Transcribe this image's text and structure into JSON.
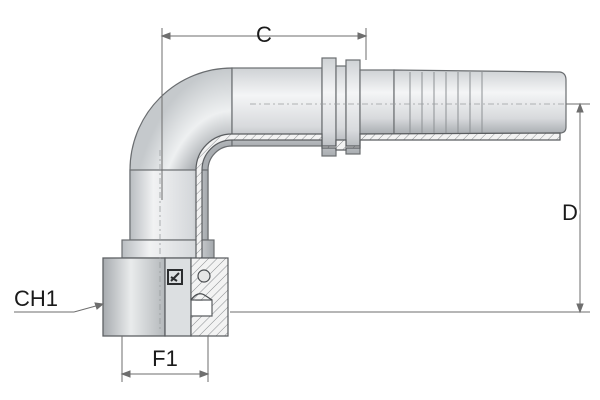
{
  "dimensions": {
    "c": "C",
    "d": "D",
    "ch1": "CH1",
    "f1": "F1"
  },
  "colors": {
    "body_light": "#e4e6e8",
    "body_mid": "#c4c7ca",
    "body_dark": "#9a9ea2",
    "outline": "#5a5d60",
    "section_fill": "#f3f3f3",
    "dim_line": "#6e6e6e"
  },
  "brand_mark": "logo-mark"
}
